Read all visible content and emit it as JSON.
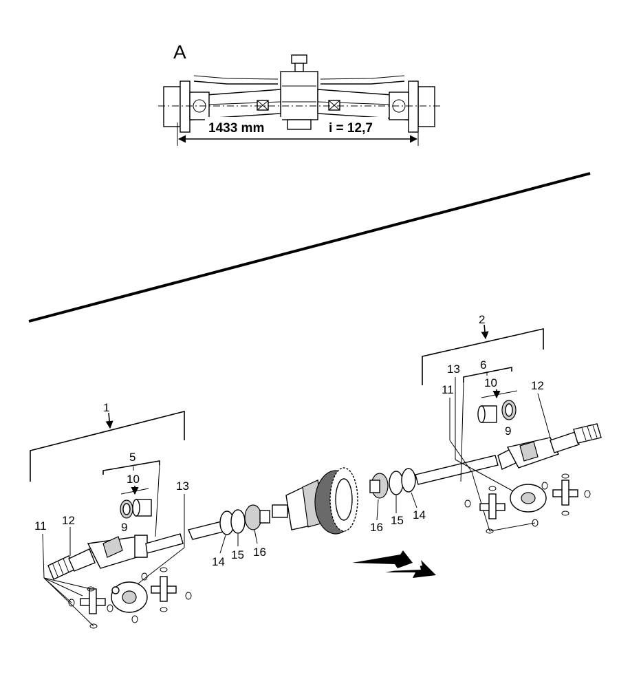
{
  "overview": {
    "view_label": "A",
    "track_width": "1433 mm",
    "ratio": "i = 12,7"
  },
  "callouts": {
    "c1": "1",
    "c2": "2",
    "c5": "5",
    "c6": "6",
    "c9_left": "9",
    "c9_right": "9",
    "c10_left": "10",
    "c10_right": "10",
    "c11_left": "11",
    "c11_right": "11",
    "c12_left": "12",
    "c12_right": "12",
    "c13_left": "13",
    "c13_right": "13",
    "c14_left": "14",
    "c14_right": "14",
    "c15_left": "15",
    "c15_right": "15",
    "c16_left": "16",
    "c16_right": "16"
  }
}
